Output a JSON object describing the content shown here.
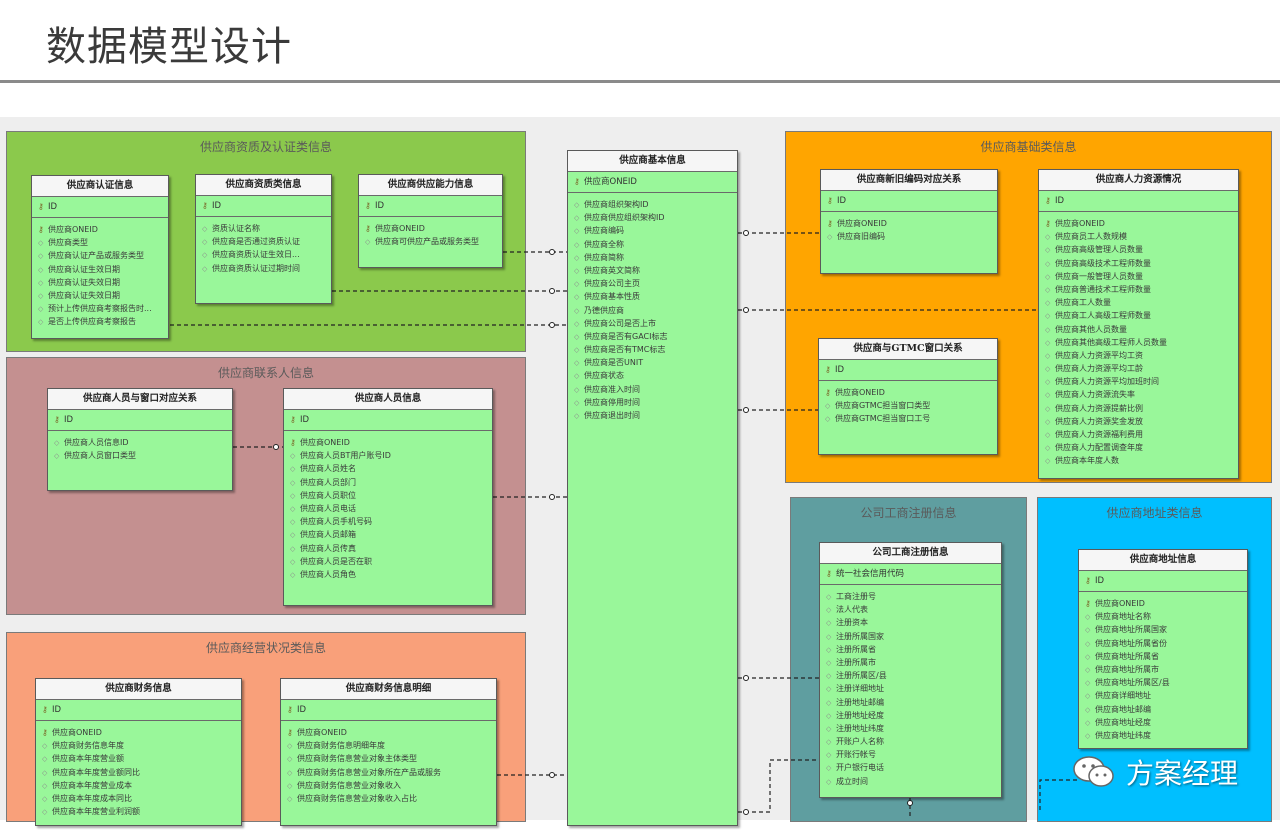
{
  "header": {
    "title": "数据模型设计"
  },
  "groups": {
    "qualification": "供应商资质及认证类信息",
    "contact": "供应商联系人信息",
    "operation": "供应商经营状况类信息",
    "basic": "供应商基础类信息",
    "business_reg": "公司工商注册信息",
    "address": "供应商地址类信息"
  },
  "entities": {
    "cert": {
      "title": "供应商认证信息",
      "key": "ID",
      "fields": [
        "供应商ONEID",
        "供应商类型",
        "供应商认证产品或服务类型",
        "供应商认证生效日期",
        "供应商认证失效日期",
        "供应商认证失效日期",
        "预计上传供应商考察报告时...",
        "是否上传供应商考察报告"
      ]
    },
    "qualtype": {
      "title": "供应商资质类信息",
      "key": "ID",
      "fields": [
        "资质认证名称",
        "供应商是否通过资质认证",
        "供应商资质认证生效日...",
        "供应商资质认证过期时间"
      ]
    },
    "ability": {
      "title": "供应商供应能力信息",
      "key": "ID",
      "fields": [
        "供应商ONEID",
        "供应商可供应产品或服务类型"
      ]
    },
    "staffwin": {
      "title": "供应商人员与窗口对应关系",
      "key": "ID",
      "fields": [
        "供应商人员信息ID",
        "供应商人员窗口类型"
      ]
    },
    "staff": {
      "title": "供应商人员信息",
      "key": "ID",
      "fields": [
        "供应商ONEID",
        "供应商人员BT用户账号ID",
        "供应商人员姓名",
        "供应商人员部门",
        "供应商人员职位",
        "供应商人员电话",
        "供应商人员手机号码",
        "供应商人员邮箱",
        "供应商人员传真",
        "供应商人员是否在职",
        "供应商人员角色"
      ]
    },
    "finance": {
      "title": "供应商财务信息",
      "key": "ID",
      "fields": [
        "供应商ONEID",
        "供应商财务信息年度",
        "供应商本年度营业额",
        "供应商本年度营业额同比",
        "供应商本年度营业成本",
        "供应商本年度成本同比",
        "供应商本年度营业利润额"
      ]
    },
    "findetail": {
      "title": "供应商财务信息明细",
      "key": "ID",
      "fields": [
        "供应商ONEID",
        "供应商财务信息明细年度",
        "供应商财务信息营业对象主体类型",
        "供应商财务信息营业对象所在产品或服务",
        "供应商财务信息营业对象收入",
        "供应商财务信息营业对象收入占比"
      ]
    },
    "basicinfo": {
      "title": "供应商基本信息",
      "key": "供应商ONEID",
      "fields": [
        "供应商组织架构ID",
        "供应商供应组织架构ID",
        "供应商编码",
        "供应商全称",
        "供应商简称",
        "供应商英文简称",
        "供应商公司主页",
        "供应商基本性质",
        "乃德供应商",
        "供应商公司是否上市",
        "供应商是否有GACI标志",
        "供应商是否有TMC标志",
        "供应商是否UNIT",
        "供应商状态",
        "供应商准入时间",
        "供应商停用时间",
        "供应商退出时间"
      ]
    },
    "oldnew": {
      "title": "供应商新旧编码对应关系",
      "key": "ID",
      "fields": [
        "供应商ONEID",
        "供应商旧编码"
      ]
    },
    "hr": {
      "title": "供应商人力资源情况",
      "key": "ID",
      "fields": [
        "供应商ONEID",
        "供应商员工人数规模",
        "供应商高级管理人员数量",
        "供应商高级技术工程师数量",
        "供应商一般管理人员数量",
        "供应商普通技术工程师数量",
        "供应商工人数量",
        "供应商工人高级工程师数量",
        "供应商其他人员数量",
        "供应商其他高级工程师人员数量",
        "供应商人力资源平均工资",
        "供应商人力资源平均工龄",
        "供应商人力资源平均加班时间",
        "供应商人力资源流失率",
        "供应商人力资源提薪比例",
        "供应商人力资源奖金发放",
        "供应商人力资源福利费用",
        "供应商人力配置调查年度",
        "供应商本年度人数"
      ]
    },
    "gtmc": {
      "title": "供应商与GTMC窗口关系",
      "key": "ID",
      "fields": [
        "供应商ONEID",
        "供应商GTMC担当窗口类型",
        "供应商GTMC担当窗口工号"
      ]
    },
    "bizreg": {
      "title": "公司工商注册信息",
      "key": "统一社会信用代码",
      "fields": [
        "工商注册号",
        "法人代表",
        "注册资本",
        "注册所属国家",
        "注册所属省",
        "注册所属市",
        "注册所属区/县",
        "注册详细地址",
        "注册地址邮编",
        "注册地址经度",
        "注册地址纬度",
        "开账户人名称",
        "开账行帐号",
        "开户银行电话",
        "成立时间"
      ]
    },
    "addr": {
      "title": "供应商地址信息",
      "key": "ID",
      "fields": [
        "供应商ONEID",
        "供应商地址名称",
        "供应商地址所属国家",
        "供应商地址所属省份",
        "供应商地址所属省",
        "供应商地址所属市",
        "供应商地址所属区/县",
        "供应商详细地址",
        "供应商地址邮编",
        "供应商地址经度",
        "供应商地址纬度"
      ]
    }
  },
  "watermark": {
    "text": "方案经理"
  },
  "colors": {
    "qualification": "#8bc94c",
    "contact": "#c49090",
    "operation": "#f9a07a",
    "basic": "#ffa500",
    "business_reg": "#5f9ea0",
    "address": "#00bfff",
    "entity": "#99f79a"
  }
}
